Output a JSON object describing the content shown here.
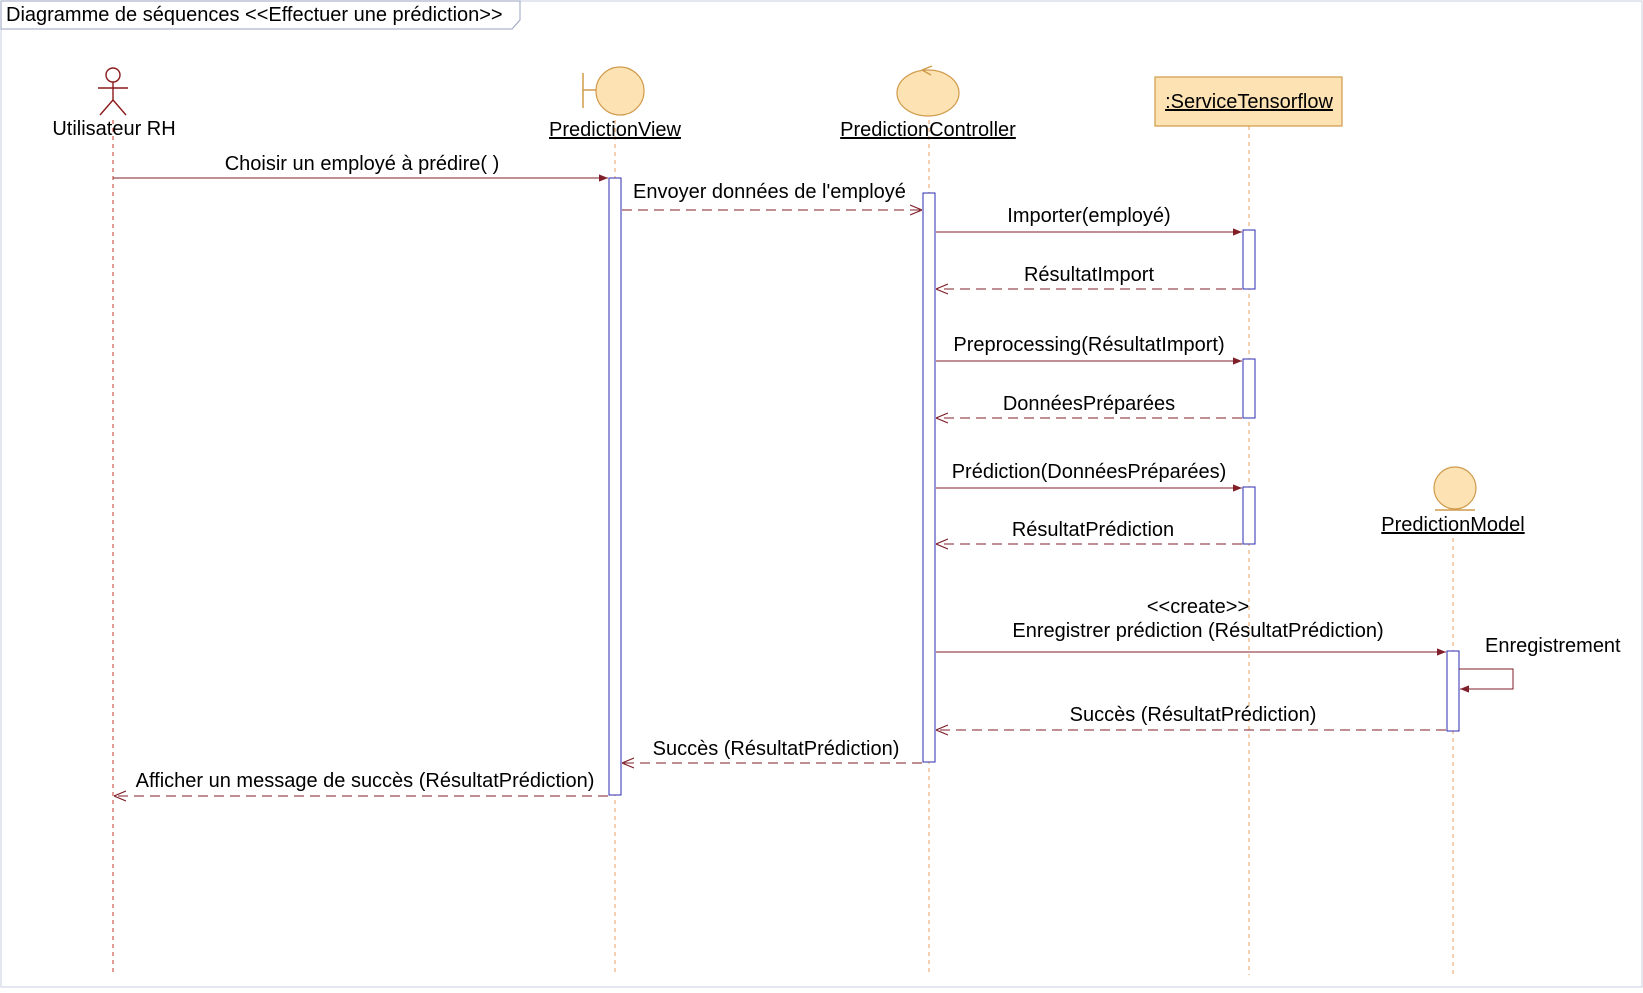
{
  "diagram": {
    "title": "Diagramme de séquences <<Effectuer une prédiction>>",
    "colors": {
      "message_line": "#7f1f2a",
      "lifeline": "#e8a25a",
      "activation_border": "#2b2bb0",
      "object_fill": "#fde3b4",
      "object_border": "#d09a4a",
      "actor": "#8b1a1a"
    },
    "participants": [
      {
        "id": "user",
        "label": "Utilisateur RH",
        "kind": "actor",
        "icon": "actor-stick-figure-icon"
      },
      {
        "id": "view",
        "label": "PredictionView",
        "kind": "boundary",
        "icon": "boundary-icon"
      },
      {
        "id": "controller",
        "label": "PredictionController",
        "kind": "control",
        "icon": "control-icon"
      },
      {
        "id": "service",
        "label": ":ServiceTensorflow",
        "kind": "object",
        "icon": "object-box"
      },
      {
        "id": "model",
        "label": "PredictionModel",
        "kind": "entity",
        "icon": "entity-icon"
      }
    ],
    "messages": [
      {
        "label": "Choisir un employé à prédire( )",
        "from": "user",
        "to": "view",
        "type": "sync"
      },
      {
        "label": "Envoyer données de l'employé",
        "from": "view",
        "to": "controller",
        "type": "async"
      },
      {
        "label": "Importer(employé)",
        "from": "controller",
        "to": "service",
        "type": "sync"
      },
      {
        "label": "RésultatImport",
        "from": "service",
        "to": "controller",
        "type": "return"
      },
      {
        "label": "Preprocessing(RésultatImport)",
        "from": "controller",
        "to": "service",
        "type": "sync"
      },
      {
        "label": "DonnéesPréparées",
        "from": "service",
        "to": "controller",
        "type": "return"
      },
      {
        "label": "Prédiction(DonnéesPréparées)",
        "from": "controller",
        "to": "service",
        "type": "sync"
      },
      {
        "label": "RésultatPrédiction",
        "from": "service",
        "to": "controller",
        "type": "return"
      },
      {
        "stereotype": "<<create>>",
        "label": "Enregistrer prédiction (RésultatPrédiction)",
        "from": "controller",
        "to": "model",
        "type": "create"
      },
      {
        "label": "Enregistrement",
        "from": "model",
        "to": "model",
        "type": "self"
      },
      {
        "label": "Succès (RésultatPrédiction)",
        "from": "model",
        "to": "controller",
        "type": "return"
      },
      {
        "label": "Succès (RésultatPrédiction)",
        "from": "controller",
        "to": "view",
        "type": "return"
      },
      {
        "label": "Afficher un message de succès (RésultatPrédiction)",
        "from": "view",
        "to": "user",
        "type": "return"
      }
    ]
  }
}
